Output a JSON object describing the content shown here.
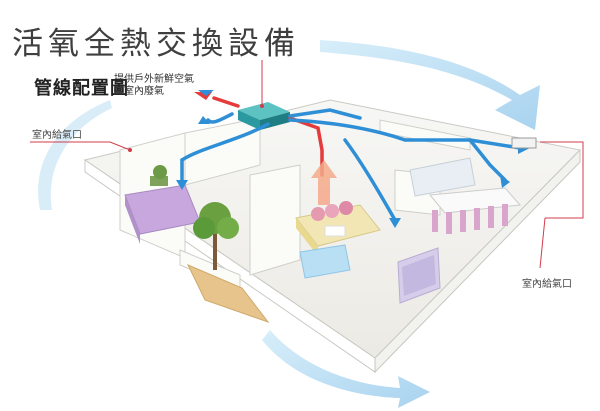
{
  "title": "活氧全熱交換設備",
  "subtitle": "管線配置圖",
  "legend": {
    "fresh_air": "提供戶外新鮮空氣",
    "exhaust_air": "排室內廢氣"
  },
  "labels": {
    "left_supply": "室內給氣口",
    "right_supply": "室內給氣口"
  },
  "colors": {
    "supply_duct": "#2e8fd6",
    "exhaust_duct": "#e43b3b",
    "unit": "#2a9aa0",
    "swirl": "#b9ddf3"
  }
}
